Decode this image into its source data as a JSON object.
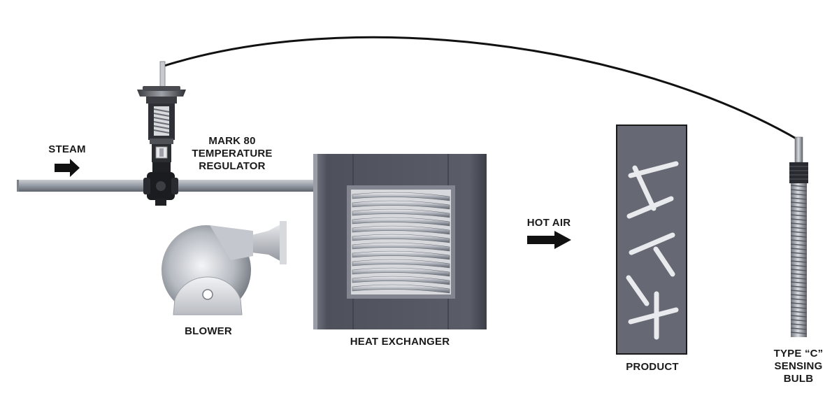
{
  "labels": {
    "steam": "STEAM",
    "regulator": [
      "MARK 80",
      "TEMPERATURE",
      "REGULATOR"
    ],
    "blower": "BLOWER",
    "heat_exchanger": "HEAT EXCHANGER",
    "hot_air": "HOT AIR",
    "product": "PRODUCT",
    "sensing_bulb": [
      "TYPE “C”",
      "SENSING",
      "BULB"
    ]
  },
  "colors": {
    "pipe": "#8a8f99",
    "exchanger_panel": "#5c5f6b",
    "product_panel": "#666873",
    "arrow": "#111111",
    "capillary": "#111111"
  }
}
